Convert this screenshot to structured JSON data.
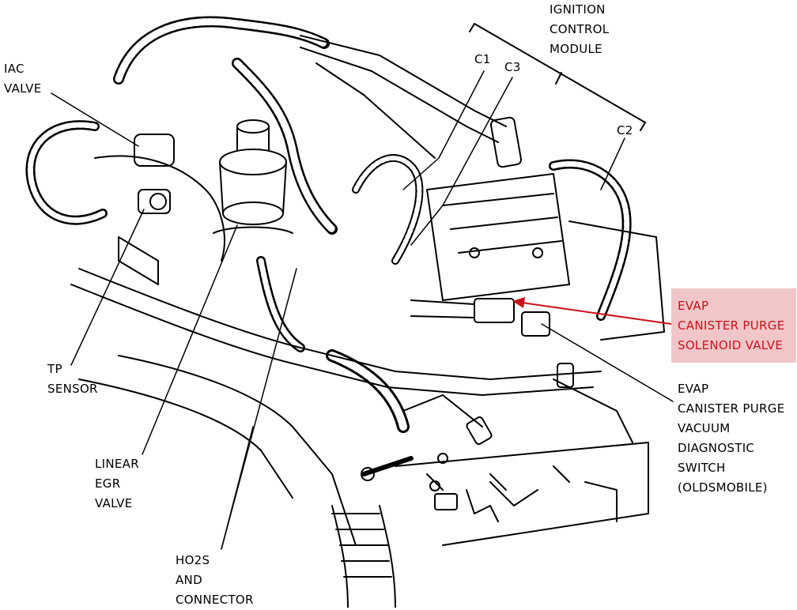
{
  "diagram": {
    "labels": {
      "iac_valve": [
        "IAC",
        "VALVE"
      ],
      "ignition_control_module": [
        "IGNITION",
        "CONTROL",
        "MODULE"
      ],
      "c1": "C1",
      "c2": "C2",
      "c3": "C3",
      "tp_sensor": [
        "TP",
        "SENSOR"
      ],
      "linear_egr_valve": [
        "LINEAR",
        "EGR",
        "VALVE"
      ],
      "ho2s_connector": [
        "HO2S",
        "AND",
        "CONNECTOR"
      ],
      "evap_purge_solenoid": [
        "EVAP",
        "CANISTER PURGE",
        "SOLENOID VALVE"
      ],
      "evap_vacuum_switch": [
        "EVAP",
        "CANISTER PURGE",
        "VACUUM",
        "DIAGNOSTIC",
        "SWITCH",
        "(OLDSMOBILE)"
      ]
    },
    "colors": {
      "highlight_background": "#f1c6c9",
      "highlight_text": "#c8131a",
      "arrow": "#c8131a",
      "line_art": "#000000"
    }
  }
}
